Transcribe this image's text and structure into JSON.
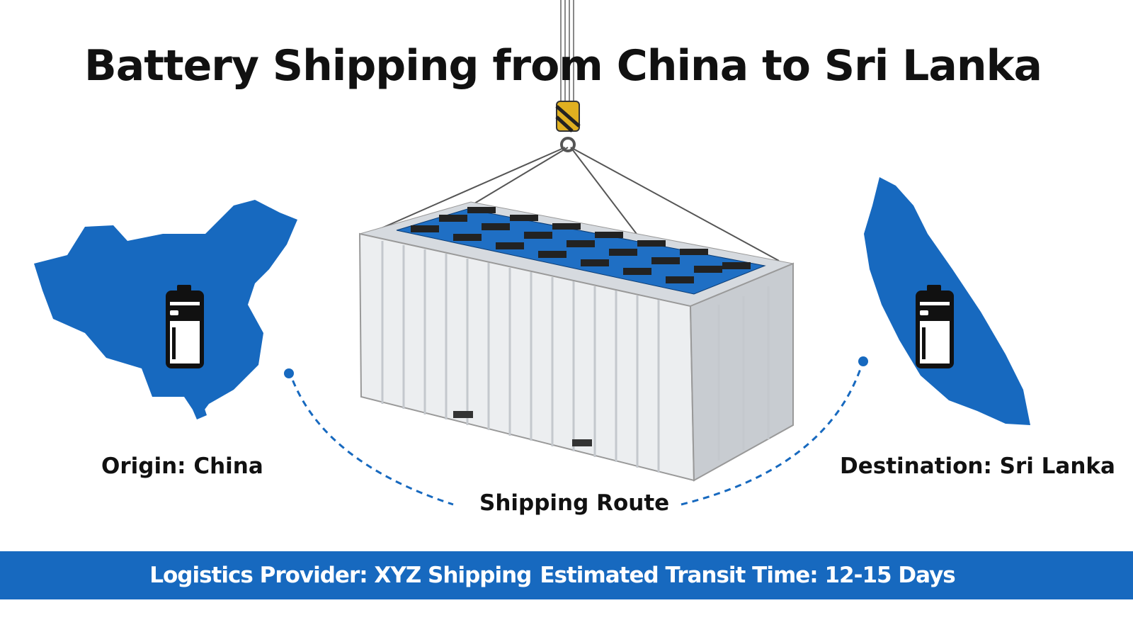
{
  "title": "Battery Shipping from China to Sri Lanka",
  "origin_label": "Origin: China",
  "destination_label": "Destination: Sri Lanka",
  "route_label": "Shipping Route",
  "banner": {
    "provider": "Logistics Provider: XYZ Shipping",
    "transit": "Estimated Transit Time: 12-15 Days"
  },
  "colors": {
    "accent": "#1769bf",
    "text": "#111111"
  }
}
